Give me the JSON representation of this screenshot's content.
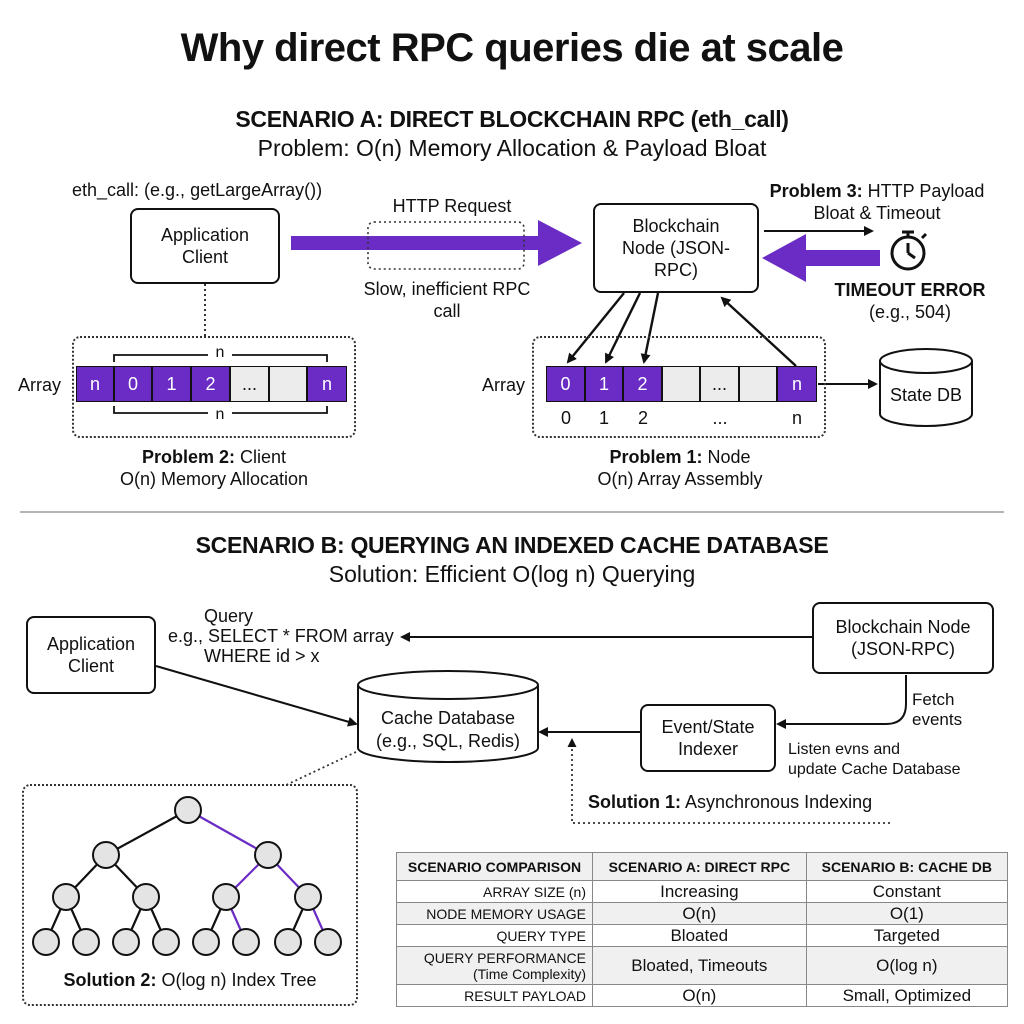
{
  "title": "Why direct RPC queries die at scale",
  "scenario_a": {
    "heading": "SCENARIO A: DIRECT BLOCKCHAIN RPC (eth_call)",
    "subheading": "Problem: O(n) Memory Allocation & Payload Bloat",
    "eth_call_label": "eth_call: (e.g., getLargeArray())",
    "client_label": "Application Client",
    "http_request": "HTTP Request",
    "slow_call": "Slow, inefficient RPC call",
    "node_label": "Blockchain Node (JSON-RPC)",
    "problem3_bold": "Problem 3:",
    "problem3_rest": "HTTP Payload",
    "problem3_line2": "Bloat & Timeout",
    "timeout_error": "TIMEOUT ERROR",
    "timeout_code": "(e.g., 504)",
    "client_array": {
      "label": "Array",
      "n_side": "n",
      "cells": [
        "0",
        "1",
        "2",
        "...",
        "",
        "n"
      ],
      "n_top": "n",
      "n_bottom": "n"
    },
    "node_array": {
      "label": "Array",
      "cells": [
        "0",
        "1",
        "2",
        "",
        "...",
        "",
        "n"
      ],
      "indices": [
        "0",
        "1",
        "2",
        "...",
        "n"
      ]
    },
    "state_db": "State DB",
    "problem2_bold": "Problem 2:",
    "problem2_rest": "Client",
    "problem2_line2": "O(n) Memory Allocation",
    "problem1_bold": "Problem 1:",
    "problem1_rest": "Node",
    "problem1_line2": "O(n) Array Assembly"
  },
  "scenario_b": {
    "heading": "SCENARIO B: QUERYING AN INDEXED CACHE DATABASE",
    "subheading": "Solution: Efficient O(log n) Querying",
    "client_label": "Application Client",
    "query_line1": "Query",
    "query_line2": "e.g., SELECT * FROM array",
    "query_line3": "WHERE id > x",
    "node_label": "Blockchain Node (JSON-RPC)",
    "fetch_line1": "Fetch",
    "fetch_line2": "events",
    "cache_line1": "Cache Database",
    "cache_line2": "(e.g., SQL, Redis)",
    "indexer_line1": "Event/State",
    "indexer_line2": "Indexer",
    "listen_line1": "Listen evns and",
    "listen_line2": "update Cache Database",
    "solution1_bold": "Solution 1:",
    "solution1_rest": "Asynchronous Indexing",
    "solution2_bold": "Solution 2:",
    "solution2_rest": "O(log n) Index Tree"
  },
  "comparison": {
    "headers": [
      "SCENARIO COMPARISON",
      "SCENARIO A: DIRECT RPC",
      "SCENARIO B: CACHE DB"
    ],
    "rows": [
      {
        "label": "ARRAY SIZE (n)",
        "a": "Increasing",
        "b": "Constant"
      },
      {
        "label": "NODE MEMORY USAGE",
        "a": "O(n)",
        "b": "O(1)"
      },
      {
        "label": "QUERY TYPE",
        "a": "Bloated",
        "b": "Targeted"
      },
      {
        "label": "QUERY PERFORMANCE",
        "label2": "(Time Complexity)",
        "a": "Bloated, Timeouts",
        "b": "O(log n)"
      },
      {
        "label": "RESULT PAYLOAD",
        "a": "O(n)",
        "b": "Small, Optimized"
      }
    ]
  },
  "colors": {
    "accent": "#6a2cc4",
    "cell_gray": "#ececec"
  }
}
